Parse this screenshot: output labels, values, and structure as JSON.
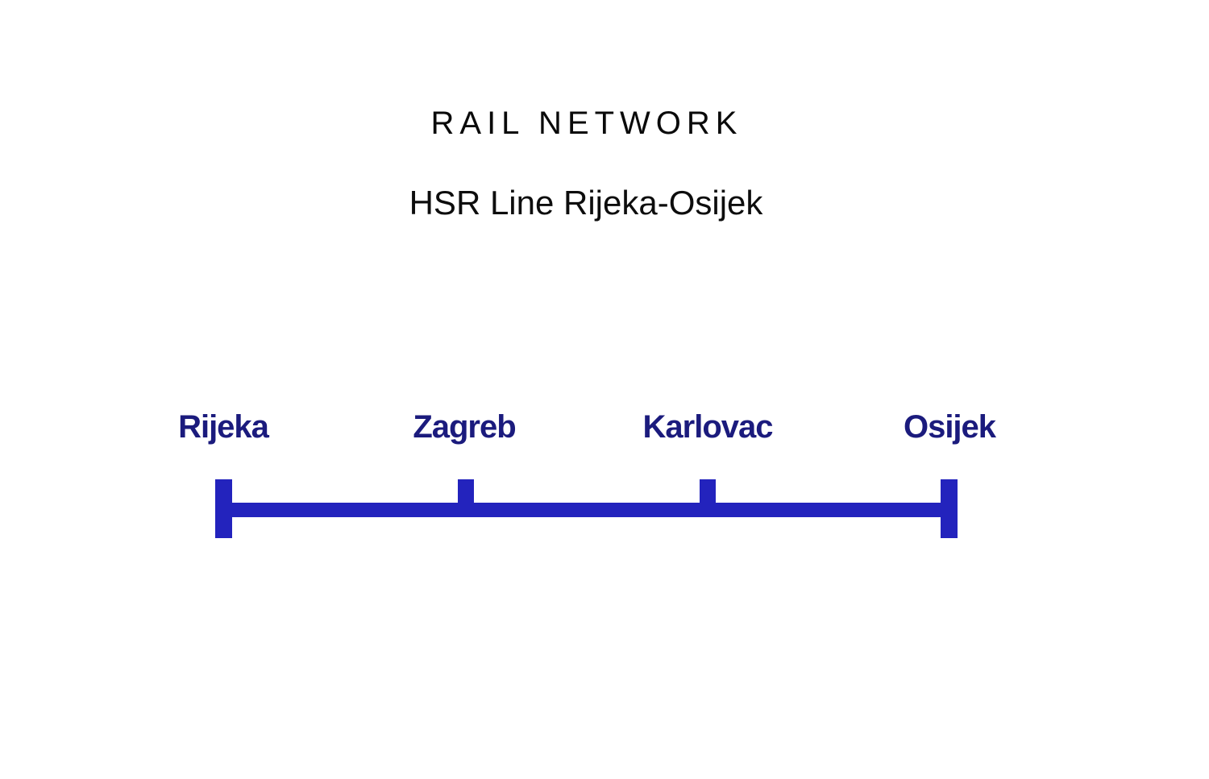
{
  "page": {
    "title": "RAIL NETWORK",
    "subtitle": "HSR Line Rijeka-Osijek"
  },
  "diagram": {
    "stations": [
      {
        "name": "Rijeka",
        "type": "terminus"
      },
      {
        "name": "Zagreb",
        "type": "intermediate-stop"
      },
      {
        "name": "Karlovac",
        "type": "intermediate-stop"
      },
      {
        "name": "Osijek",
        "type": "terminus"
      }
    ],
    "colors": {
      "line": "#2323bd",
      "station_label": "#1b1b7d",
      "title_text": "#0a0a0a"
    }
  }
}
